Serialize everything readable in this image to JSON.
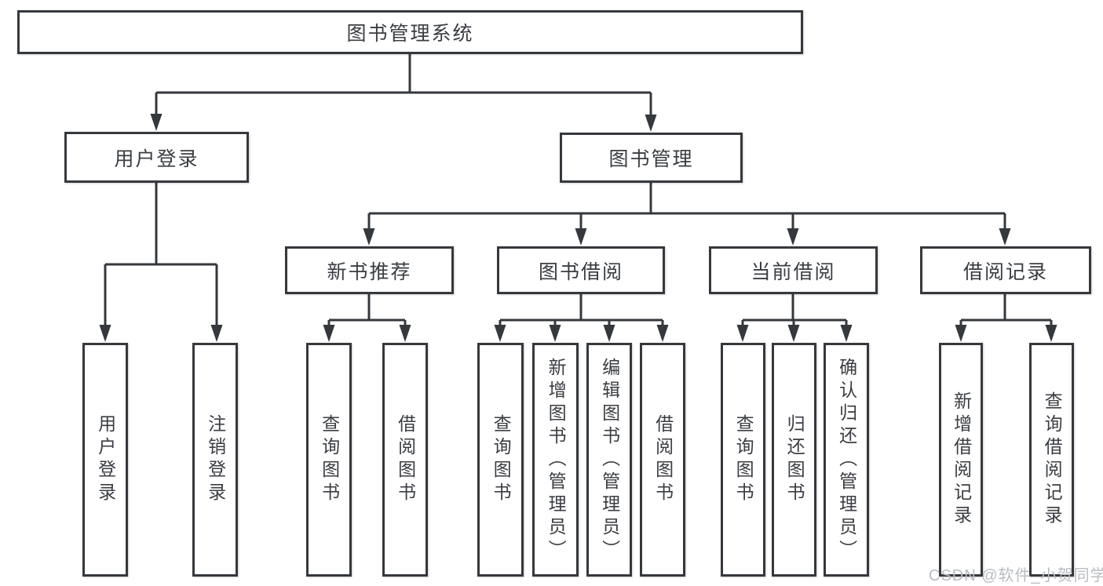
{
  "diagram": {
    "root": {
      "label": "图书管理系统"
    },
    "level2": [
      {
        "label": "用户登录"
      },
      {
        "label": "图书管理"
      }
    ],
    "level3": [
      {
        "label": "新书推荐"
      },
      {
        "label": "图书借阅"
      },
      {
        "label": "当前借阅"
      },
      {
        "label": "借阅记录"
      }
    ],
    "leaves": {
      "user_login": [
        {
          "label": "用户登录"
        },
        {
          "label": "注销登录"
        }
      ],
      "new_book": [
        {
          "label": "查询图书"
        },
        {
          "label": "借阅图书"
        }
      ],
      "book_borrowing": [
        {
          "label": "查询图书"
        },
        {
          "label": "新增图书（管理员）"
        },
        {
          "label": "编辑图书（管理员）"
        },
        {
          "label": "借阅图书"
        }
      ],
      "current_borrowing": [
        {
          "label": "查询图书"
        },
        {
          "label": "归还图书"
        },
        {
          "label": "确认归还（管理员）"
        }
      ],
      "borrowing_records": [
        {
          "label": "新增借阅记录"
        },
        {
          "label": "查询借阅记录"
        }
      ]
    }
  },
  "watermark": {
    "text": "CSDN @软件_小贺同学"
  },
  "colors": {
    "line": "#35383d",
    "text": "#3a3d42",
    "box_background": "#ffffff",
    "page_background": "#ffffff",
    "watermark": "#b9bcc2"
  }
}
